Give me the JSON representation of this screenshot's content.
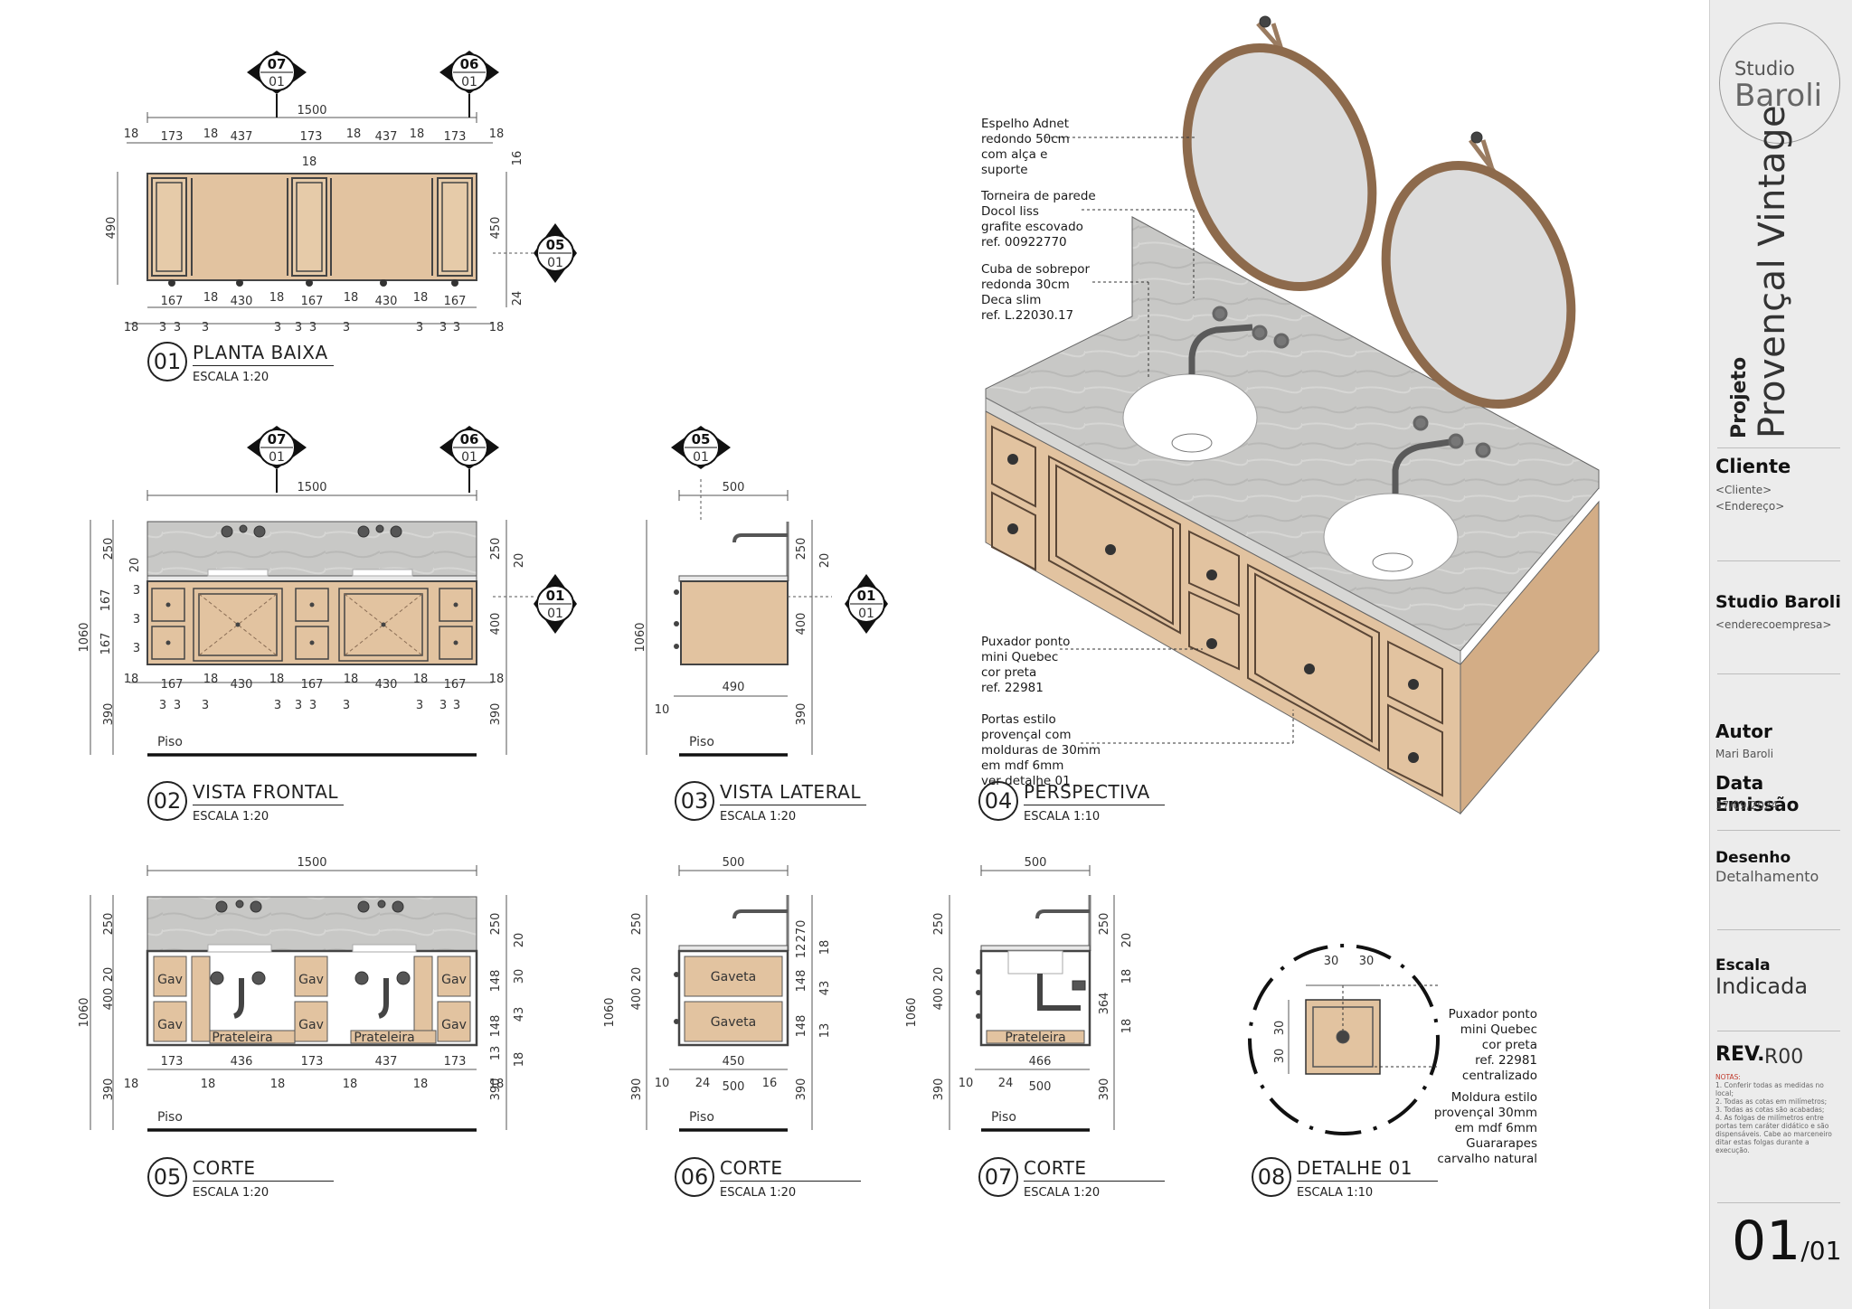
{
  "views": [
    {
      "number": "01",
      "name": "PLANTA BAIXA",
      "scale": "ESCALA 1:20"
    },
    {
      "number": "02",
      "name": "VISTA FRONTAL",
      "scale": "ESCALA 1:20"
    },
    {
      "number": "03",
      "name": "VISTA LATERAL",
      "scale": "ESCALA 1:20"
    },
    {
      "number": "04",
      "name": "PERSPECTIVA",
      "scale": "ESCALA 1:10"
    },
    {
      "number": "05",
      "name": "CORTE",
      "scale": "ESCALA 1:20"
    },
    {
      "number": "06",
      "name": "CORTE",
      "scale": "ESCALA 1:20"
    },
    {
      "number": "07",
      "name": "CORTE",
      "scale": "ESCALA 1:20"
    },
    {
      "number": "08",
      "name": "DETALHE 01",
      "scale": "ESCALA 1:10"
    }
  ],
  "markers": {
    "m07": {
      "top": "07",
      "bottom": "01"
    },
    "m06": {
      "top": "06",
      "bottom": "01"
    },
    "m05": {
      "top": "05",
      "bottom": "01"
    },
    "m01": {
      "top": "01",
      "bottom": "01"
    }
  },
  "floor_label": "Piso",
  "dims": {
    "width_total": "1500",
    "depth": "500",
    "depth_side": "490",
    "depth_466": "466",
    "depth_450": "450",
    "d18": "18",
    "d173": "173",
    "d437": "437",
    "d436": "436",
    "d16": "16",
    "d490": "490",
    "d450": "450",
    "d24": "24",
    "d167": "167",
    "d430": "430",
    "d3": "3",
    "d1060": "1060",
    "d250": "250",
    "d20": "20",
    "d390": "390",
    "d400": "400",
    "d10": "10",
    "d270": "270",
    "d12": "12",
    "d148": "148",
    "d43": "43",
    "d13": "13",
    "d30": "30",
    "d364": "364"
  },
  "cabinet_labels": {
    "gav": "Gav",
    "prateleira": "Prateleira",
    "gaveta": "Gaveta"
  },
  "callouts": {
    "mirror": [
      "Espelho Adnet",
      "redondo 50cm",
      "com alça e",
      "suporte"
    ],
    "faucet": [
      "Torneira de parede",
      "Docol liss",
      "grafite escovado",
      "ref. 00922770"
    ],
    "sink": [
      "Cuba de sobrepor",
      "redonda 30cm",
      "Deca slim",
      "ref. L.22030.17"
    ],
    "handle": [
      "Puxador ponto",
      "mini Quebec",
      "cor preta",
      "ref. 22981"
    ],
    "doors": [
      "Portas estilo",
      "provençal com",
      "molduras de 30mm",
      "em mdf 6mm",
      "ver detalhe 01"
    ],
    "detail_handle": [
      "Puxador ponto",
      "mini Quebec",
      "cor preta",
      "ref. 22981",
      "centralizado"
    ],
    "detail_frame": [
      "Moldura estilo",
      "provençal 30mm",
      "em mdf 6mm",
      "Guararapes",
      "carvalho natural"
    ]
  },
  "title_block": {
    "logo_line1": "Studio",
    "logo_line2": "Baroli",
    "project_label": "Projeto",
    "project_name": "Provençal Vintage",
    "client_label": "Cliente",
    "client_value": "<Cliente>",
    "client_address": "<Endereço>",
    "company": "Studio Baroli",
    "company_address": "<enderecoempresa>",
    "author_label": "Autor",
    "author": "Mari Baroli",
    "date_label": "Data Emissão",
    "date": "17/09/2024",
    "drawing_label": "Desenho",
    "drawing": "Detalhamento",
    "scale_label": "Escala",
    "scale": "Indicada",
    "rev_label": "REV.",
    "rev": "R00",
    "notes_title": "NOTAS:",
    "notes": [
      "1. Conferir todas as medidas no local;",
      "2. Todas as cotas em milímetros;",
      "3. Todas as cotas são acabadas;",
      "4. As folgas de milímetros entre portas tem caráter didático e são dispensáveis. Cabe ao marceneiro ditar estas folgas durante a execução."
    ],
    "sheet": "01",
    "sheet_total": "/01"
  },
  "colors": {
    "wood": "#e2c3a0",
    "wood_dark": "#c9a57c",
    "stone": "#c7c7c5",
    "frame": "#4a4a4a",
    "title_bg": "#ececec"
  }
}
